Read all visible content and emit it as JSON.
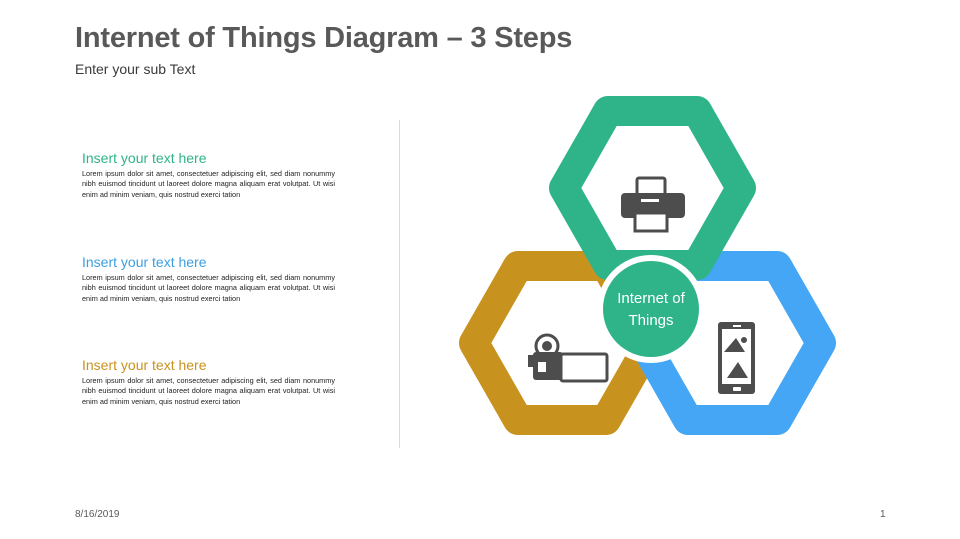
{
  "header": {
    "title": "Internet of Things Diagram – 3 Steps",
    "subtitle": "Enter your sub Text"
  },
  "blocks": [
    {
      "heading": "Insert your text here",
      "body": "Lorem ipsum dolor sit amet, consectetuer adipiscing elit, sed diam nonummy nibh euismod tincidunt ut laoreet dolore magna aliquam erat volutpat. Ut wisi enim ad minim veniam, quis nostrud exerci tation",
      "color": "#2fb48a"
    },
    {
      "heading": "Insert your text here",
      "body": "Lorem ipsum dolor sit amet, consectetuer adipiscing elit, sed diam nonummy nibh euismod tincidunt ut laoreet dolore magna aliquam erat volutpat. Ut wisi enim ad minim veniam, quis nostrud exerci tation",
      "color": "#3d9fe0"
    },
    {
      "heading": "Insert your text here",
      "body": "Lorem ipsum dolor sit amet, consectetuer adipiscing elit, sed diam nonummy nibh euismod tincidunt ut laoreet dolore magna aliquam erat volutpat. Ut wisi enim ad minim veniam, quis nostrud exerci tation",
      "color": "#c8921f"
    }
  ],
  "diagram": {
    "center_line1": "Internet of",
    "center_line2": "Things",
    "colors": {
      "green": "#2fb48a",
      "blue": "#44a6f5",
      "gold": "#c8921f",
      "center": "#2fb48a",
      "icon": "#4d4d4d"
    },
    "icons": [
      "printer-icon",
      "smartphone-icon",
      "video-camera-icon"
    ]
  },
  "footer": {
    "date": "8/16/2019",
    "page": "1"
  }
}
